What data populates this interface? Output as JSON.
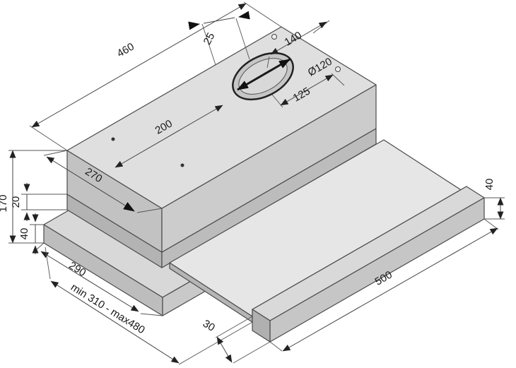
{
  "drawing": {
    "labels": {
      "top_length": "460",
      "hole_offset_back": "25",
      "hole_offset_right": "140",
      "hole_diameter": "Ø120",
      "hole_offset_front": "125",
      "hole_offset_long": "200",
      "upper_depth": "270",
      "step_height": "20",
      "total_height": "170",
      "plinth_height": "40",
      "body_depth": "290",
      "telescopic_range": "min 310 - max480",
      "front_bar_depth": "30",
      "front_bar_length": "500",
      "front_bar_height": "40"
    }
  }
}
